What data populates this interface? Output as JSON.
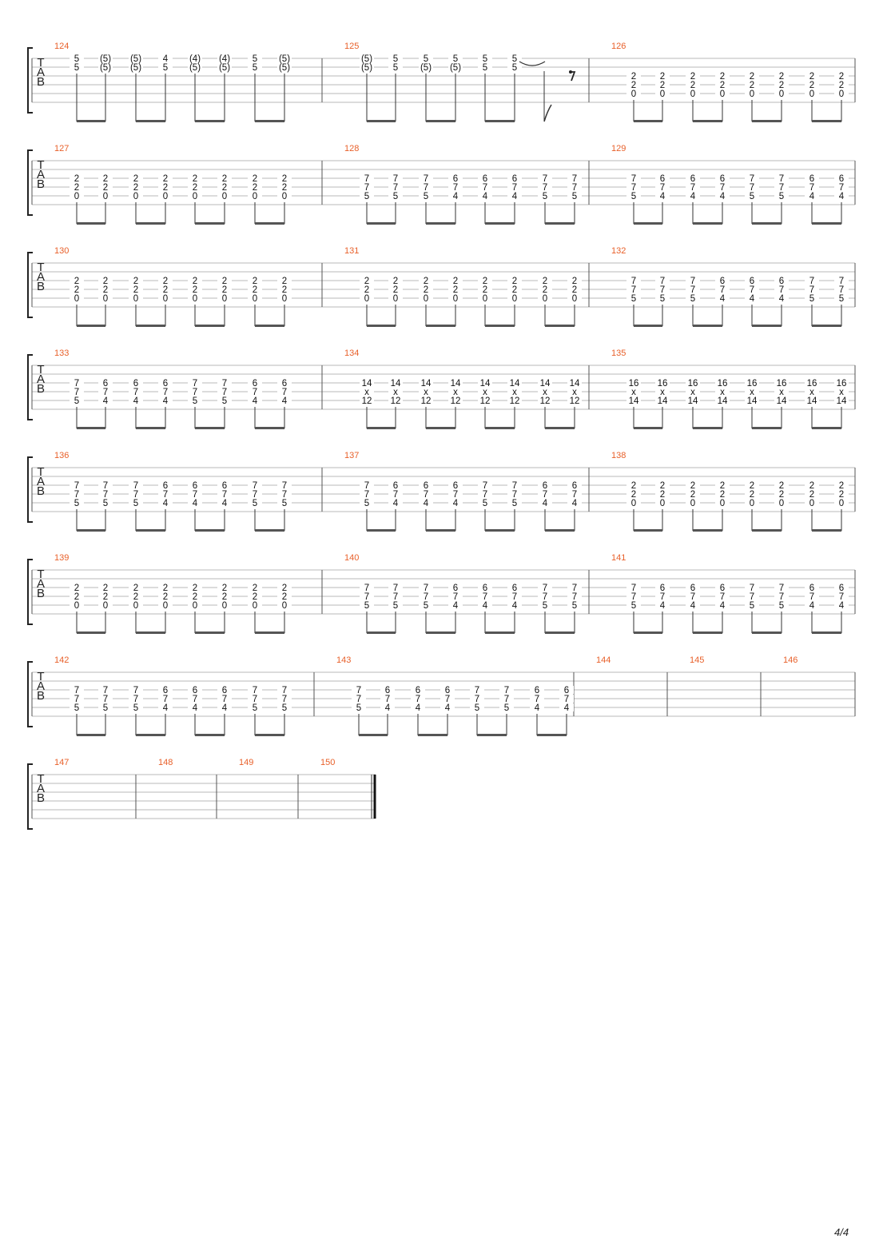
{
  "tab_clef": [
    "T",
    "A",
    "B"
  ],
  "page_number": "4/4",
  "systems": [
    {
      "measures": [
        {
          "number": "124",
          "beats": [
            [
              "5",
              "5"
            ],
            [
              "(5)",
              "(5)"
            ],
            [
              "(5)",
              "(5)"
            ],
            [
              "4",
              "5"
            ],
            [
              "(4)",
              "(5)"
            ],
            [
              "(4)",
              "(5)"
            ],
            [
              "5",
              "5"
            ],
            [
              "(5)",
              "(5)"
            ]
          ]
        },
        {
          "number": "125",
          "beats": [
            [
              "(5)",
              "(5)"
            ],
            [
              "5",
              "5"
            ],
            [
              "5",
              "(5)"
            ],
            [
              "5",
              "(5)"
            ],
            [
              "5",
              "5"
            ],
            [
              "5",
              "5"
            ]
          ],
          "tie_rest": true
        },
        {
          "number": "126",
          "beats": [
            [
              "2",
              "2",
              "0"
            ],
            [
              "2",
              "2",
              "0"
            ],
            [
              "2",
              "2",
              "0"
            ],
            [
              "2",
              "2",
              "0"
            ],
            [
              "2",
              "2",
              "0"
            ],
            [
              "2",
              "2",
              "0"
            ],
            [
              "2",
              "2",
              "0"
            ],
            [
              "2",
              "2",
              "0"
            ]
          ]
        }
      ]
    },
    {
      "measures": [
        {
          "number": "127",
          "beats": [
            [
              "2",
              "2",
              "0"
            ],
            [
              "2",
              "2",
              "0"
            ],
            [
              "2",
              "2",
              "0"
            ],
            [
              "2",
              "2",
              "0"
            ],
            [
              "2",
              "2",
              "0"
            ],
            [
              "2",
              "2",
              "0"
            ],
            [
              "2",
              "2",
              "0"
            ],
            [
              "2",
              "2",
              "0"
            ]
          ]
        },
        {
          "number": "128",
          "beats": [
            [
              "7",
              "7",
              "5"
            ],
            [
              "7",
              "7",
              "5"
            ],
            [
              "7",
              "7",
              "5"
            ],
            [
              "6",
              "7",
              "4"
            ],
            [
              "6",
              "7",
              "4"
            ],
            [
              "6",
              "7",
              "4"
            ],
            [
              "7",
              "7",
              "5"
            ],
            [
              "7",
              "7",
              "5"
            ]
          ]
        },
        {
          "number": "129",
          "beats": [
            [
              "7",
              "7",
              "5"
            ],
            [
              "6",
              "7",
              "4"
            ],
            [
              "6",
              "7",
              "4"
            ],
            [
              "6",
              "7",
              "4"
            ],
            [
              "7",
              "7",
              "5"
            ],
            [
              "7",
              "7",
              "5"
            ],
            [
              "6",
              "7",
              "4"
            ],
            [
              "6",
              "7",
              "4"
            ]
          ]
        }
      ]
    },
    {
      "measures": [
        {
          "number": "130",
          "beats": [
            [
              "2",
              "2",
              "0"
            ],
            [
              "2",
              "2",
              "0"
            ],
            [
              "2",
              "2",
              "0"
            ],
            [
              "2",
              "2",
              "0"
            ],
            [
              "2",
              "2",
              "0"
            ],
            [
              "2",
              "2",
              "0"
            ],
            [
              "2",
              "2",
              "0"
            ],
            [
              "2",
              "2",
              "0"
            ]
          ]
        },
        {
          "number": "131",
          "beats": [
            [
              "2",
              "2",
              "0"
            ],
            [
              "2",
              "2",
              "0"
            ],
            [
              "2",
              "2",
              "0"
            ],
            [
              "2",
              "2",
              "0"
            ],
            [
              "2",
              "2",
              "0"
            ],
            [
              "2",
              "2",
              "0"
            ],
            [
              "2",
              "2",
              "0"
            ],
            [
              "2",
              "2",
              "0"
            ]
          ]
        },
        {
          "number": "132",
          "beats": [
            [
              "7",
              "7",
              "5"
            ],
            [
              "7",
              "7",
              "5"
            ],
            [
              "7",
              "7",
              "5"
            ],
            [
              "6",
              "7",
              "4"
            ],
            [
              "6",
              "7",
              "4"
            ],
            [
              "6",
              "7",
              "4"
            ],
            [
              "7",
              "7",
              "5"
            ],
            [
              "7",
              "7",
              "5"
            ]
          ]
        }
      ]
    },
    {
      "measures": [
        {
          "number": "133",
          "beats": [
            [
              "7",
              "7",
              "5"
            ],
            [
              "6",
              "7",
              "4"
            ],
            [
              "6",
              "7",
              "4"
            ],
            [
              "6",
              "7",
              "4"
            ],
            [
              "7",
              "7",
              "5"
            ],
            [
              "7",
              "7",
              "5"
            ],
            [
              "6",
              "7",
              "4"
            ],
            [
              "6",
              "7",
              "4"
            ]
          ]
        },
        {
          "number": "134",
          "beats": [
            [
              "14",
              "x",
              "12"
            ],
            [
              "14",
              "x",
              "12"
            ],
            [
              "14",
              "x",
              "12"
            ],
            [
              "14",
              "x",
              "12"
            ],
            [
              "14",
              "x",
              "12"
            ],
            [
              "14",
              "x",
              "12"
            ],
            [
              "14",
              "x",
              "12"
            ],
            [
              "14",
              "x",
              "12"
            ]
          ]
        },
        {
          "number": "135",
          "beats": [
            [
              "16",
              "x",
              "14"
            ],
            [
              "16",
              "x",
              "14"
            ],
            [
              "16",
              "x",
              "14"
            ],
            [
              "16",
              "x",
              "14"
            ],
            [
              "16",
              "x",
              "14"
            ],
            [
              "16",
              "x",
              "14"
            ],
            [
              "16",
              "x",
              "14"
            ],
            [
              "16",
              "x",
              "14"
            ]
          ]
        }
      ]
    },
    {
      "measures": [
        {
          "number": "136",
          "beats": [
            [
              "7",
              "7",
              "5"
            ],
            [
              "7",
              "7",
              "5"
            ],
            [
              "7",
              "7",
              "5"
            ],
            [
              "6",
              "7",
              "4"
            ],
            [
              "6",
              "7",
              "4"
            ],
            [
              "6",
              "7",
              "4"
            ],
            [
              "7",
              "7",
              "5"
            ],
            [
              "7",
              "7",
              "5"
            ]
          ]
        },
        {
          "number": "137",
          "beats": [
            [
              "7",
              "7",
              "5"
            ],
            [
              "6",
              "7",
              "4"
            ],
            [
              "6",
              "7",
              "4"
            ],
            [
              "6",
              "7",
              "4"
            ],
            [
              "7",
              "7",
              "5"
            ],
            [
              "7",
              "7",
              "5"
            ],
            [
              "6",
              "7",
              "4"
            ],
            [
              "6",
              "7",
              "4"
            ]
          ]
        },
        {
          "number": "138",
          "beats": [
            [
              "2",
              "2",
              "0"
            ],
            [
              "2",
              "2",
              "0"
            ],
            [
              "2",
              "2",
              "0"
            ],
            [
              "2",
              "2",
              "0"
            ],
            [
              "2",
              "2",
              "0"
            ],
            [
              "2",
              "2",
              "0"
            ],
            [
              "2",
              "2",
              "0"
            ],
            [
              "2",
              "2",
              "0"
            ]
          ]
        }
      ]
    },
    {
      "measures": [
        {
          "number": "139",
          "beats": [
            [
              "2",
              "2",
              "0"
            ],
            [
              "2",
              "2",
              "0"
            ],
            [
              "2",
              "2",
              "0"
            ],
            [
              "2",
              "2",
              "0"
            ],
            [
              "2",
              "2",
              "0"
            ],
            [
              "2",
              "2",
              "0"
            ],
            [
              "2",
              "2",
              "0"
            ],
            [
              "2",
              "2",
              "0"
            ]
          ]
        },
        {
          "number": "140",
          "beats": [
            [
              "7",
              "7",
              "5"
            ],
            [
              "7",
              "7",
              "5"
            ],
            [
              "7",
              "7",
              "5"
            ],
            [
              "6",
              "7",
              "4"
            ],
            [
              "6",
              "7",
              "4"
            ],
            [
              "6",
              "7",
              "4"
            ],
            [
              "7",
              "7",
              "5"
            ],
            [
              "7",
              "7",
              "5"
            ]
          ]
        },
        {
          "number": "141",
          "beats": [
            [
              "7",
              "7",
              "5"
            ],
            [
              "6",
              "7",
              "4"
            ],
            [
              "6",
              "7",
              "4"
            ],
            [
              "6",
              "7",
              "4"
            ],
            [
              "7",
              "7",
              "5"
            ],
            [
              "7",
              "7",
              "5"
            ],
            [
              "6",
              "7",
              "4"
            ],
            [
              "6",
              "7",
              "4"
            ]
          ]
        }
      ]
    },
    {
      "measures": [
        {
          "number": "142",
          "beats": [
            [
              "7",
              "7",
              "5"
            ],
            [
              "7",
              "7",
              "5"
            ],
            [
              "7",
              "7",
              "5"
            ],
            [
              "6",
              "7",
              "4"
            ],
            [
              "6",
              "7",
              "4"
            ],
            [
              "6",
              "7",
              "4"
            ],
            [
              "7",
              "7",
              "5"
            ],
            [
              "7",
              "7",
              "5"
            ]
          ]
        },
        {
          "number": "143",
          "beats": [
            [
              "7",
              "7",
              "5"
            ],
            [
              "6",
              "7",
              "4"
            ],
            [
              "6",
              "7",
              "4"
            ],
            [
              "6",
              "7",
              "4"
            ],
            [
              "7",
              "7",
              "5"
            ],
            [
              "7",
              "7",
              "5"
            ],
            [
              "6",
              "7",
              "4"
            ],
            [
              "6",
              "7",
              "4"
            ]
          ]
        },
        {
          "number": "144",
          "beats": []
        },
        {
          "number": "145",
          "beats": []
        },
        {
          "number": "146",
          "beats": []
        }
      ]
    },
    {
      "measures": [
        {
          "number": "147",
          "beats": []
        },
        {
          "number": "148",
          "beats": []
        },
        {
          "number": "149",
          "beats": []
        },
        {
          "number": "150",
          "beats": []
        }
      ],
      "final_barline": true
    }
  ]
}
